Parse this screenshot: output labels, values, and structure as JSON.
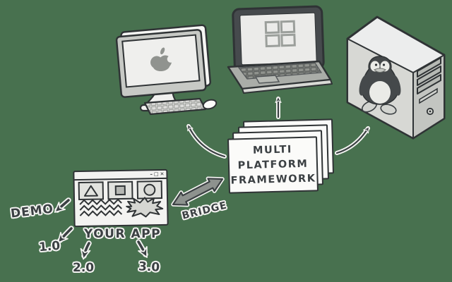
{
  "colors": {
    "background": "#48714F",
    "ink": "#3b4043",
    "paper": "#fbfbf9",
    "bridge_arrow_fill": "#8d928e"
  },
  "devices": {
    "mac": {
      "icon": "apple-logo"
    },
    "laptop": {
      "icon": "windows-logo"
    },
    "tower": {
      "icon": "tux-penguin"
    }
  },
  "framework": {
    "lines": [
      "MULTI",
      "PLATFORM",
      "FRAMEWORK"
    ]
  },
  "app_window": {
    "label": "YOUR APP",
    "controls": [
      {
        "icon": "minimize-icon",
        "glyph": "–"
      },
      {
        "icon": "maximize-icon",
        "glyph": "□"
      },
      {
        "icon": "close-icon",
        "glyph": "✕"
      }
    ]
  },
  "bridge": {
    "label": "BRIDGE"
  },
  "versions": {
    "demo": "DEMO",
    "v1": "1.0",
    "v2": "2.0",
    "v3": "3.0"
  }
}
